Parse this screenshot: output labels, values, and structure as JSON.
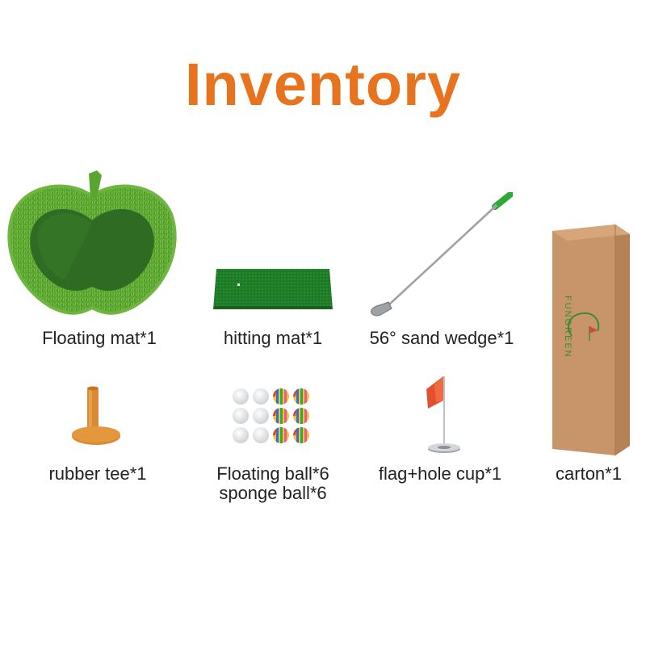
{
  "title": "Inventory",
  "colors": {
    "title": "#E8731E",
    "grass": "#4f9a2e",
    "grass_dark": "#2e6e1d",
    "carton": "#c8956a"
  },
  "items": [
    {
      "label": "Floating mat*1",
      "icon": "apple-shaped-floating-mat-image"
    },
    {
      "label": "hitting mat*1",
      "icon": "hitting-mat-image"
    },
    {
      "label": "56° sand wedge*1",
      "icon": "golf-club-image"
    },
    {
      "label": "rubber tee*1",
      "icon": "rubber-tee-image"
    },
    {
      "label": "Floating ball*6",
      "label2": "sponge ball*6",
      "icon": "golf-balls-image"
    },
    {
      "label": "flag+hole cup*1",
      "icon": "flag-hole-cup-image"
    },
    {
      "label": "carton*1",
      "icon": "carton-box-image"
    }
  ]
}
